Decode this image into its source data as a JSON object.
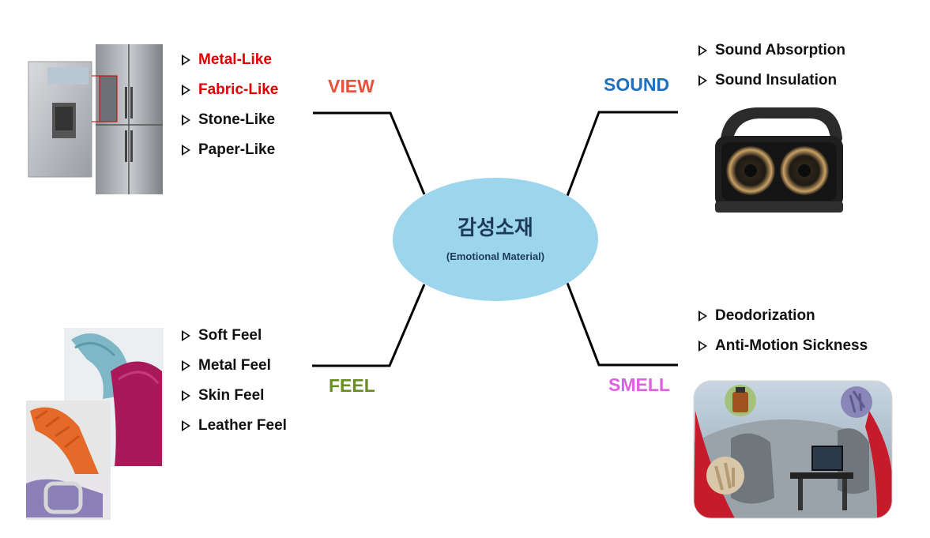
{
  "center": {
    "title": "감성소재",
    "subtitle": "(Emotional Material)"
  },
  "categories": {
    "view": {
      "label": "VIEW",
      "color": "#e5533d"
    },
    "sound": {
      "label": "SOUND",
      "color": "#1f6fbf"
    },
    "feel": {
      "label": "FEEL",
      "color": "#6b8e23"
    },
    "smell": {
      "label": "SMELL",
      "color": "#e060e0"
    }
  },
  "view_items": [
    {
      "text": "Metal-Like",
      "color": "#e00000"
    },
    {
      "text": "Fabric-Like",
      "color": "#e00000"
    },
    {
      "text": "Stone-Like",
      "color": "#111111"
    },
    {
      "text": "Paper-Like",
      "color": "#111111"
    }
  ],
  "sound_items": [
    "Sound Absorption",
    "Sound Insulation"
  ],
  "feel_items": [
    "Soft Feel",
    "Metal Feel",
    "Skin Feel",
    "Leather Feel"
  ],
  "smell_items": [
    "Deodorization",
    "Anti-Motion Sickness"
  ],
  "colors": {
    "ellipse": "#9dd6ec",
    "connector": "#000000"
  },
  "images": [
    "refrigerator-image",
    "speaker-image",
    "watch-bands-image",
    "car-interior-image"
  ]
}
